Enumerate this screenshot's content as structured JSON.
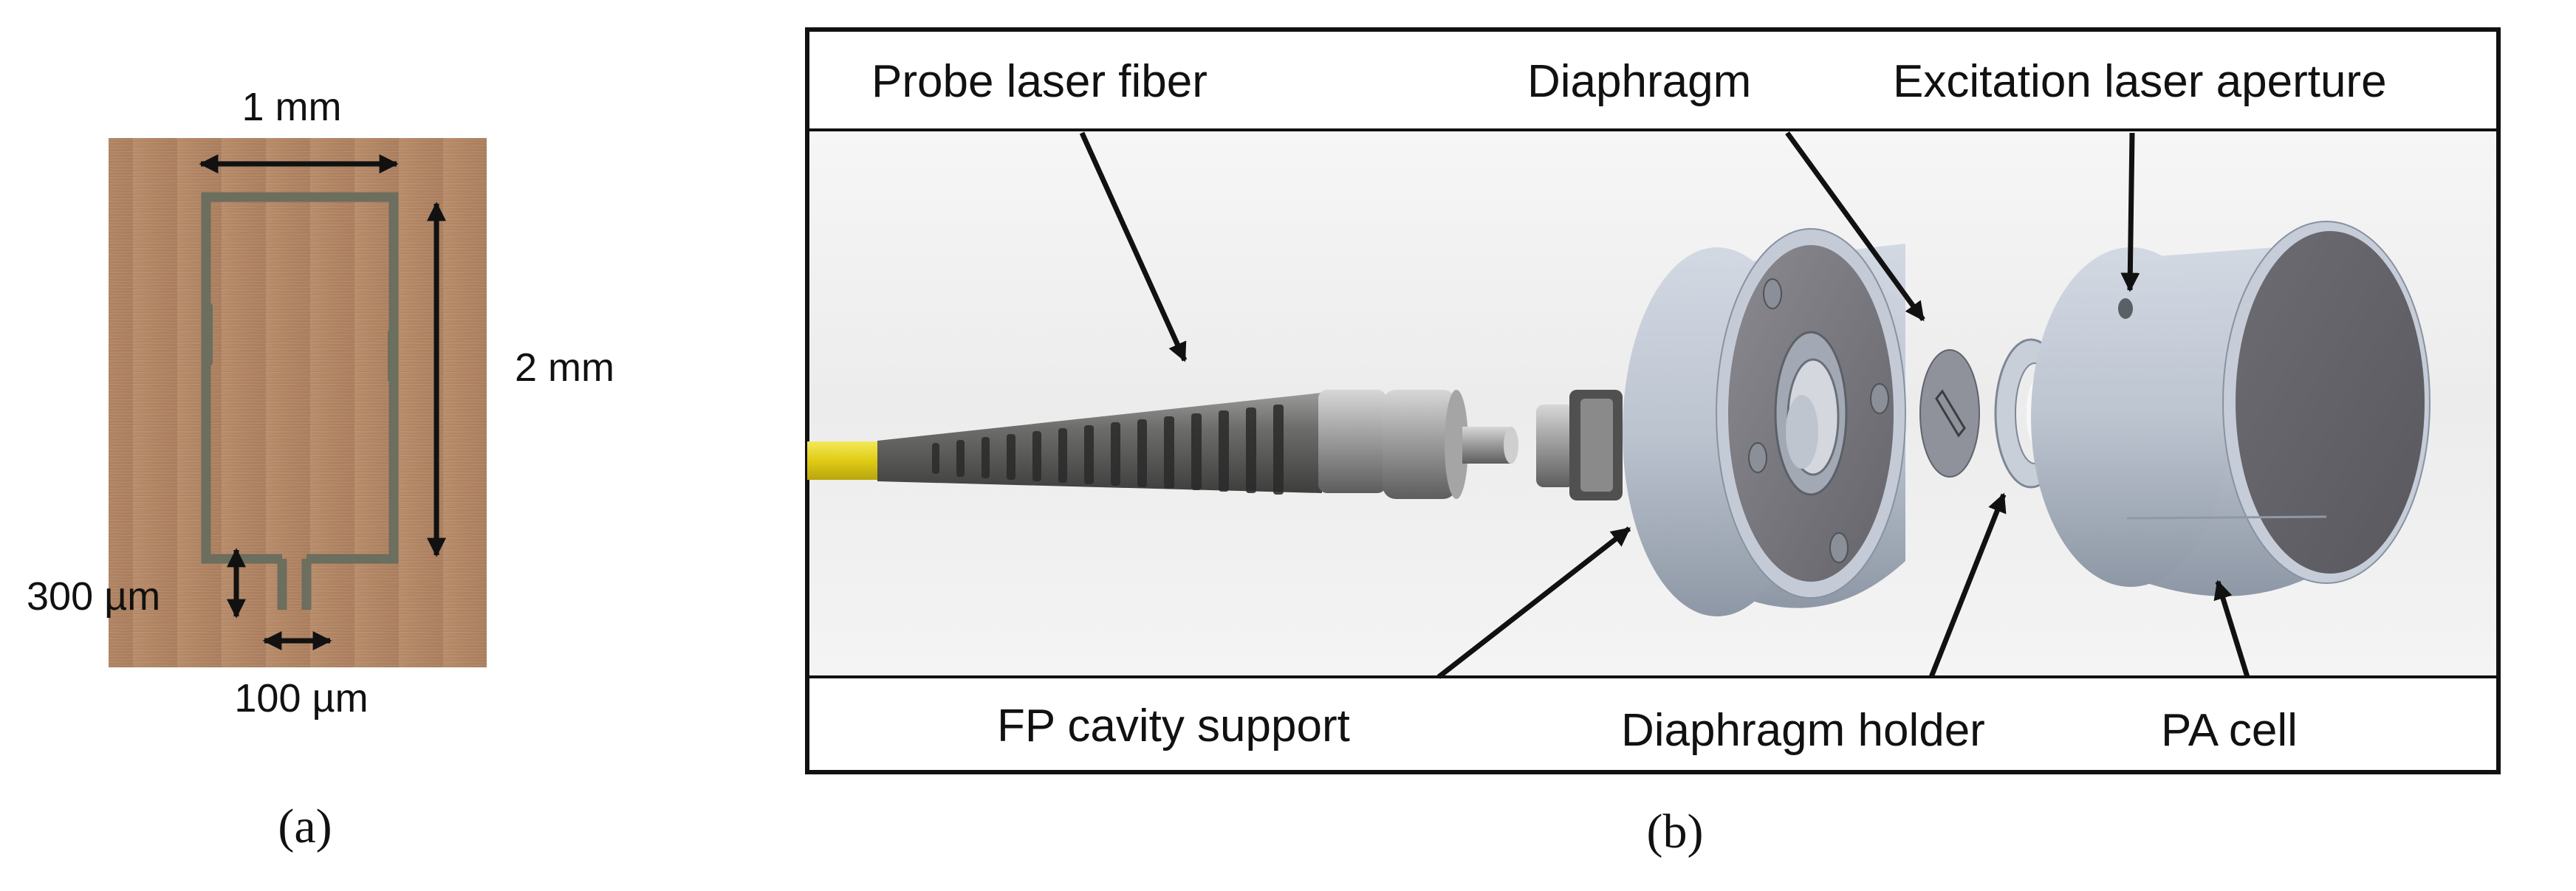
{
  "panel_a": {
    "caption": "(a)",
    "label_width": "1 mm",
    "label_height": "2 mm",
    "label_neck_length": "300 µm",
    "label_neck_width": "100 µm"
  },
  "panel_b": {
    "caption": "(b)",
    "labels": {
      "probe_laser_fiber": "Probe laser fiber",
      "diaphragm": "Diaphragm",
      "excitation_laser_aperture": "Excitation laser aperture",
      "fp_cavity_support": "FP cavity support",
      "diaphragm_holder": "Diaphragm holder",
      "pa_cell": "PA cell"
    }
  },
  "colors": {
    "ink": "#111111",
    "copper": "#b58a66",
    "trace": "#6f7160",
    "fiber_yellow": "#e6d21a",
    "metal": "#b9c0cb"
  }
}
